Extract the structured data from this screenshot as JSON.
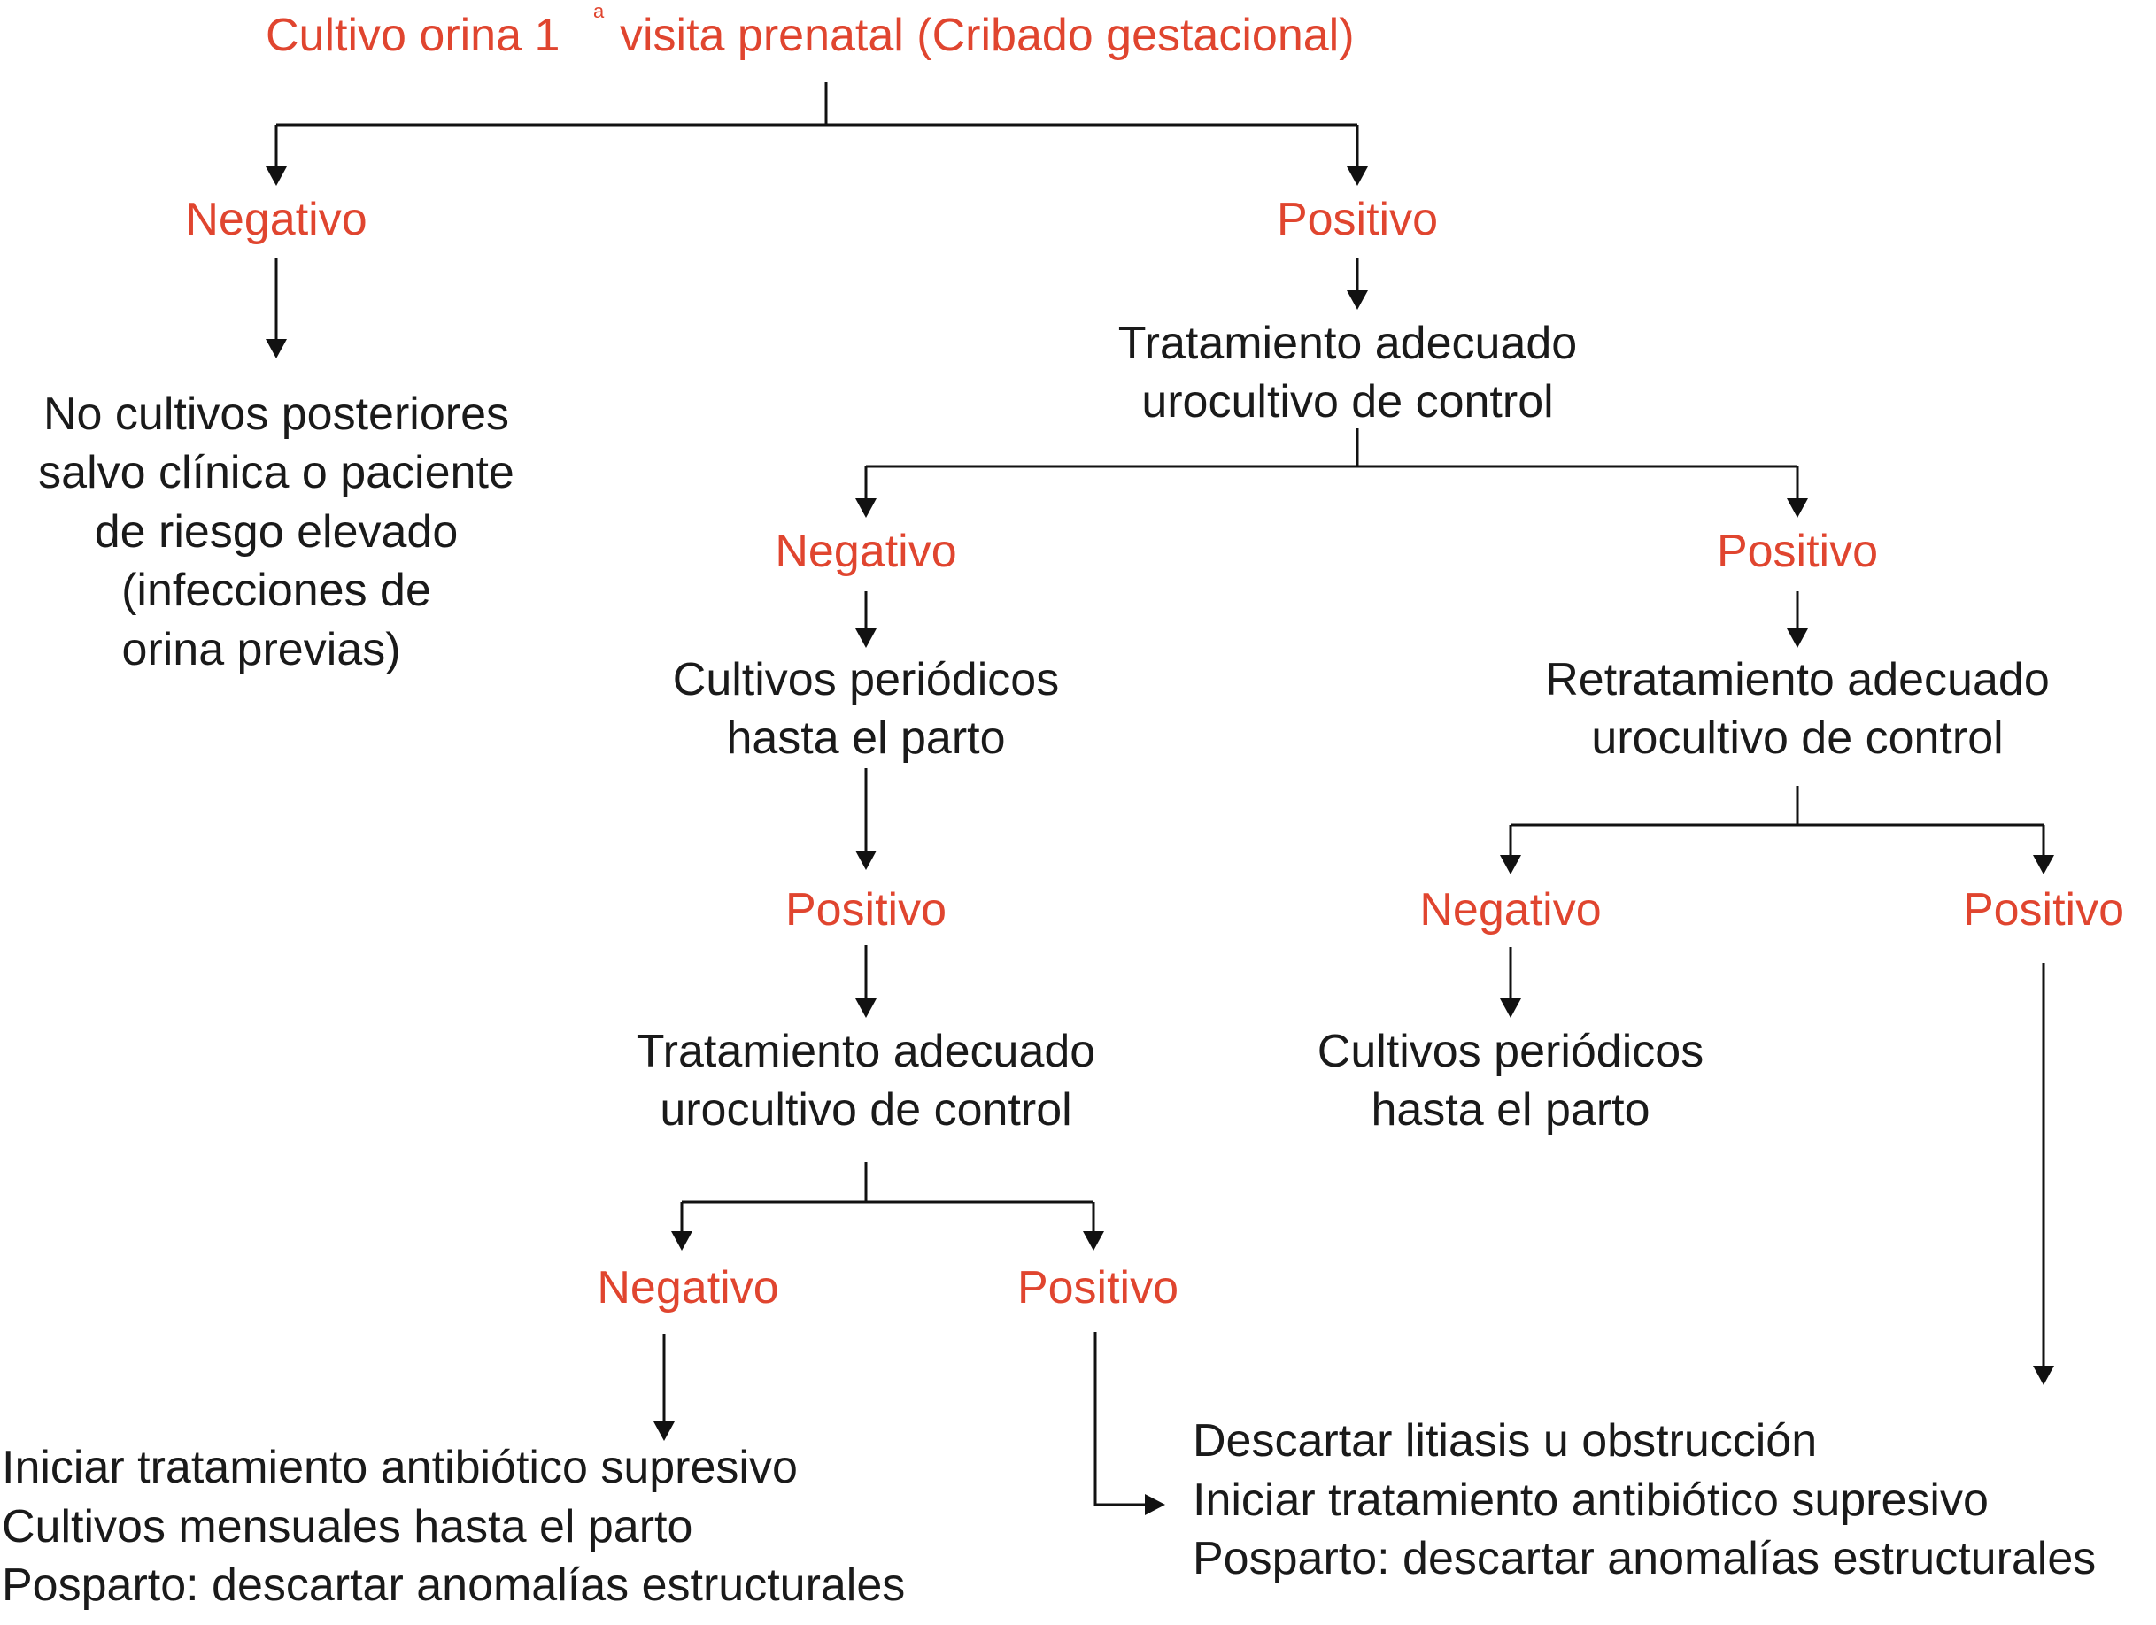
{
  "colors": {
    "decision": "#e0452f",
    "text": "#1a1a1a",
    "lines": "#111111"
  },
  "root": {
    "line1": "Cultivo orina 1",
    "superscript": "a",
    "line2": "visita prenatal (Cribado gestacional)"
  },
  "branch_left": {
    "label": "Negativo",
    "text": [
      "No cultivos posteriores",
      "salvo clínica o paciente",
      "de riesgo elevado",
      "(infecciones de",
      "orina previas)"
    ]
  },
  "branch_right": {
    "label": "Positivo",
    "text": [
      "Tratamiento adecuado",
      "urocultivo de control"
    ]
  },
  "control1": {
    "negative": {
      "label": "Negativo",
      "text": [
        "Cultivos periódicos",
        "hasta el parto"
      ],
      "positive_label": "Positivo",
      "treatment": [
        "Tratamiento adecuado",
        "urocultivo de control"
      ],
      "sub_negative": "Negativo",
      "sub_positive": "Positivo"
    },
    "positive": {
      "label": "Positivo",
      "text": [
        "Retratamiento adecuado",
        "urocultivo de control"
      ],
      "sub_negative": "Negativo",
      "sub_negative_text": [
        "Cultivos periódicos",
        "hasta el parto"
      ],
      "sub_positive": "Positivo"
    }
  },
  "outcome_left": [
    "Iniciar tratamiento antibiótico supresivo",
    "Cultivos mensuales hasta el parto",
    "Posparto: descartar anomalías estructurales"
  ],
  "outcome_right": [
    "Descartar litiasis u obstrucción",
    "Iniciar tratamiento antibiótico supresivo",
    "Posparto: descartar anomalías estructurales"
  ]
}
